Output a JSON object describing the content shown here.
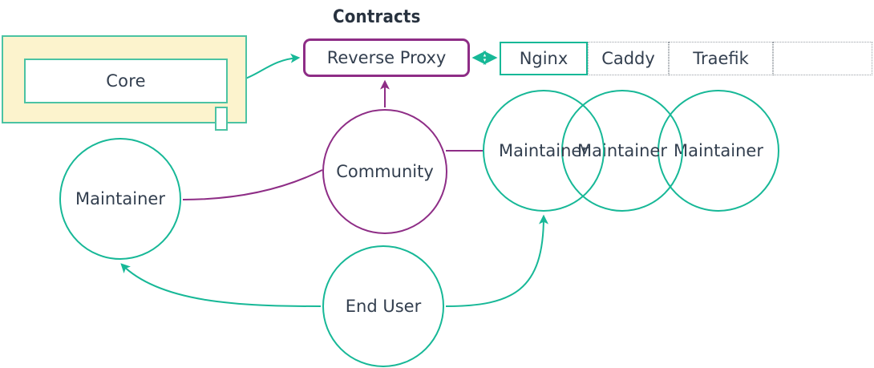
{
  "diagram": {
    "title_group": "Contracts",
    "background": "#ffffff",
    "colors": {
      "teal": "#17b897",
      "teal_light": "#4bc3a3",
      "purple": "#8e2d86",
      "text": "#333f4f",
      "title_text": "#28323f",
      "yellow_fill": "#fcf3cd",
      "dotted_border": "#9aa0a6"
    }
  },
  "core": {
    "label": "Core",
    "port_name": "core-port"
  },
  "reverse_proxy": {
    "label": "Reverse Proxy"
  },
  "implementations": {
    "cells": [
      {
        "label": "Nginx",
        "selected": true
      },
      {
        "label": "Caddy",
        "selected": false
      },
      {
        "label": "Traefik",
        "selected": false
      },
      {
        "label": "",
        "selected": false
      }
    ]
  },
  "actors": {
    "maintainer_left": "Maintainer",
    "community": "Community",
    "maintainer_1": "Maintainer",
    "maintainer_2": "Maintainer",
    "maintainer_3": "Maintainer",
    "end_user": "End User"
  },
  "edges": [
    {
      "name": "core-to-reverse-proxy",
      "from": "Core",
      "to": "Reverse Proxy",
      "color": "#17b897",
      "arrow": "single"
    },
    {
      "name": "reverse-proxy-to-nginx",
      "from": "Reverse Proxy",
      "to": "Nginx",
      "color": "#17b897",
      "arrow": "double"
    },
    {
      "name": "community-to-reverse-proxy",
      "from": "Community",
      "to": "Reverse Proxy",
      "color": "#8e2d86",
      "arrow": "single"
    },
    {
      "name": "community-to-maintainer-left",
      "from": "Community",
      "to": "Maintainer",
      "color": "#8e2d86",
      "arrow": "none"
    },
    {
      "name": "community-to-maintainer-1",
      "from": "Community",
      "to": "Maintainer",
      "color": "#8e2d86",
      "arrow": "none"
    },
    {
      "name": "end-user-to-maintainer-left",
      "from": "End User",
      "to": "Maintainer",
      "color": "#17b897",
      "arrow": "single"
    },
    {
      "name": "end-user-to-maintainer-1",
      "from": "End User",
      "to": "Maintainer",
      "color": "#17b897",
      "arrow": "single"
    }
  ]
}
